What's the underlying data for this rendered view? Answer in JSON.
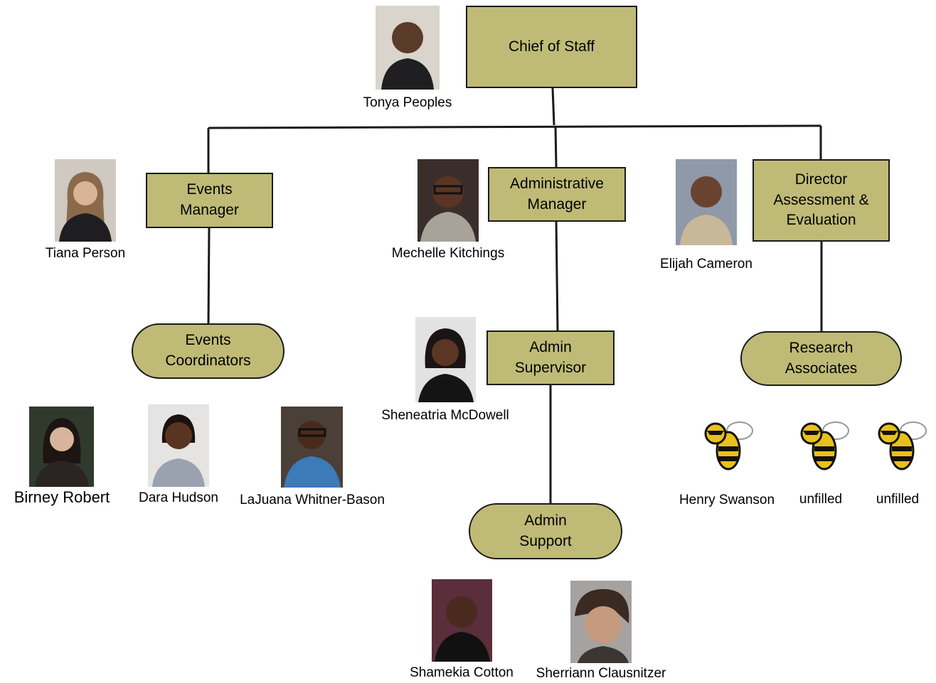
{
  "roles": {
    "chief": "Chief of Staff",
    "events_manager": "Events\nManager",
    "admin_manager": "Administrative\nManager",
    "director": "Director\nAssessment &\nEvaluation",
    "events_coordinators": "Events\nCoordinators",
    "admin_supervisor": "Admin\nSupervisor",
    "research_associates": "Research\nAssociates",
    "admin_support": "Admin\nSupport"
  },
  "people": {
    "tonya": "Tonya Peoples",
    "tiana": "Tiana Person",
    "mechelle": "Mechelle Kitchings",
    "elijah": "Elijah Cameron",
    "sheneatria": "Sheneatria McDowell",
    "birney": "Birney Robert",
    "dara": "Dara Hudson",
    "lajuana": "LaJuana Whitner-Bason",
    "henry": "Henry Swanson",
    "unfilled1": "unfilled",
    "unfilled2": "unfilled",
    "shamekia": "Shamekia Cotton",
    "sherriann": "Sherriann Clausnitzer"
  },
  "colors": {
    "box_fill": "#bfbb76",
    "line": "#1a1a1a",
    "mascot_yellow": "#e8c21a"
  }
}
